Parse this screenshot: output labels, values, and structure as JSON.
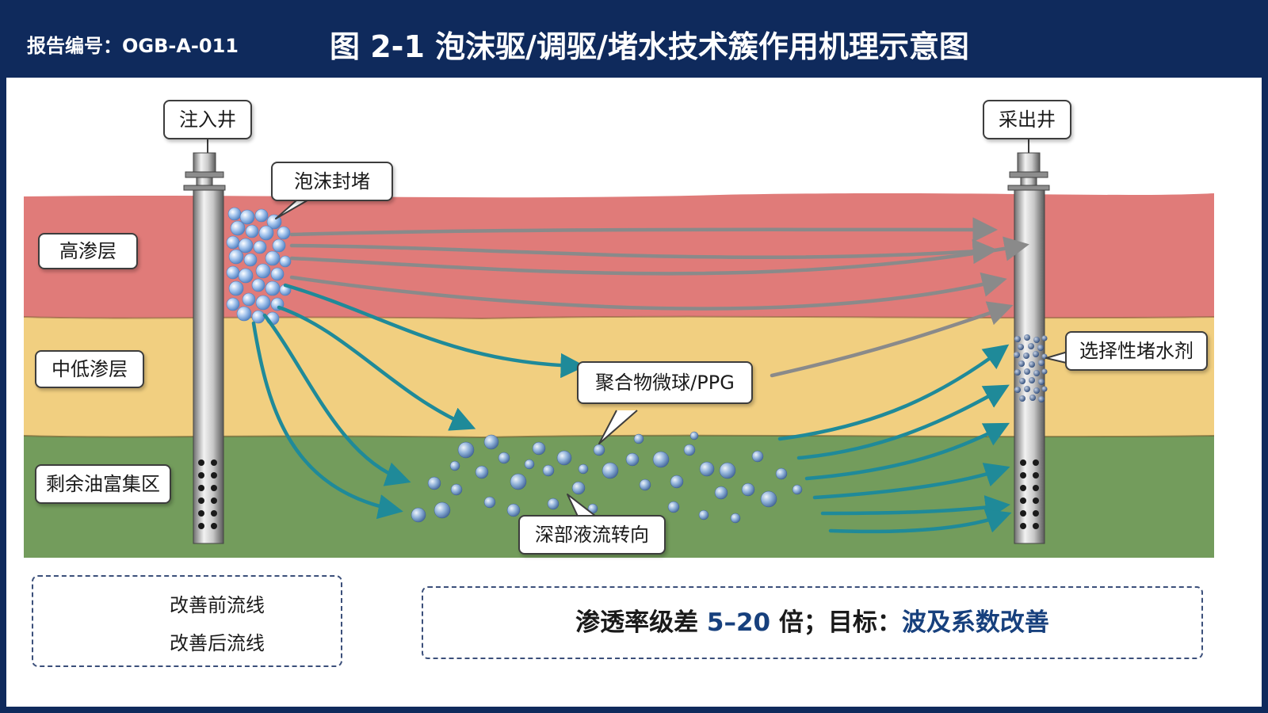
{
  "header": {
    "report_id": "报告编号：OGB-A-011",
    "title": "图 2-1 泡沫驱/调驱/堵水技术簇作用机理示意图"
  },
  "wells": {
    "injection_label": "注入井",
    "production_label": "采出井"
  },
  "layers": [
    {
      "label": "高渗层",
      "color": "#e07b79"
    },
    {
      "label": "中低渗层",
      "color": "#f1cf80"
    },
    {
      "label": "剩余油富集区",
      "color": "#739c5c"
    }
  ],
  "callouts": {
    "foam_plug": "泡沫封堵",
    "microsphere": "聚合物微球/PPG",
    "deep_diversion": "深部液流转向",
    "water_shutoff": "选择性堵水剂"
  },
  "legend": {
    "before_label": "改善前流线",
    "after_label": "改善后流线",
    "before_color": "#8a8a8a",
    "after_color": "#1f8a99"
  },
  "summary": {
    "part1": "渗透率级差",
    "value": "5–20",
    "part2": "倍；目标：",
    "goal": "波及系数改善"
  }
}
